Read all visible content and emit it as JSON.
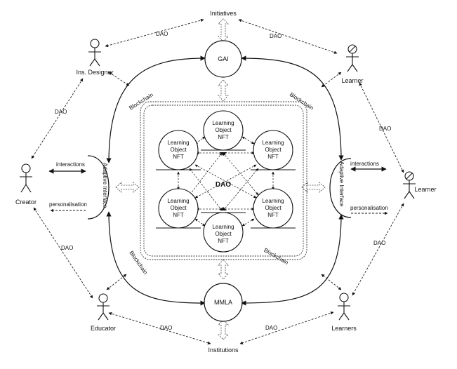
{
  "colors": {
    "line": "#111111",
    "background": "#ffffff"
  },
  "top_label": "Initiatives",
  "bottom_label": "Institutions",
  "hub_top": "GAI",
  "hub_bottom": "MMLA",
  "center_label": "DAO",
  "dao_label": "DAO",
  "blockchain_label": "Blockchain",
  "nft": {
    "line1": "Learning",
    "line2": "Object",
    "line3": "NFT"
  },
  "left_interface": {
    "title": "Adaptive Interface",
    "interactions": "interactions",
    "personalisation": "personalisation"
  },
  "right_interface": {
    "title": "Adaptive Interface",
    "interactions": "interactions",
    "personalisation": "personalisation"
  },
  "actors": {
    "ins_designer": "Ins. Designer",
    "creator": "Creator",
    "educator": "Educator",
    "learner_top": "Learner",
    "learner_right": "Learner",
    "learners_bottom": "Learners"
  }
}
